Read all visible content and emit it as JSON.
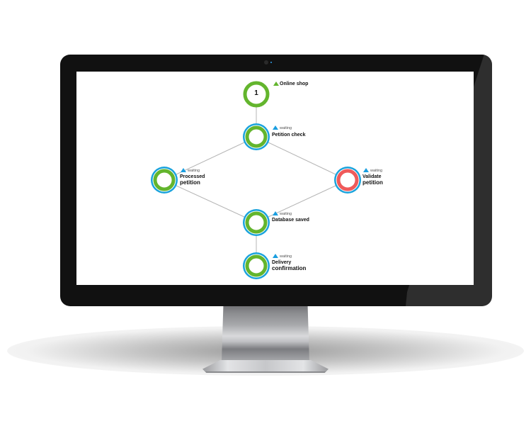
{
  "colors": {
    "ring_green": "#63b52d",
    "ring_blue": "#1aa3dc",
    "ring_red": "#ef5a5a",
    "status_triangle_blue": "#1a9ee0",
    "status_triangle_green": "#63b52d",
    "connector": "#b5b5b5",
    "bezel": "#111111"
  },
  "flow": {
    "nodes": [
      {
        "id": "online-shop",
        "number": "1",
        "label_line1": "Online shop",
        "label_line2": "",
        "status": "",
        "state": "start"
      },
      {
        "id": "petition-check",
        "number": "",
        "label_line1": "Petition check",
        "label_line2": "",
        "status": "waiting",
        "state": "ok"
      },
      {
        "id": "processed-petition",
        "number": "",
        "label_line1": "Processed",
        "label_line2": "petition",
        "status": "waiting",
        "state": "ok"
      },
      {
        "id": "validate-petition",
        "number": "",
        "label_line1": "Validate",
        "label_line2": "petition",
        "status": "waiting",
        "state": "error"
      },
      {
        "id": "database-saved",
        "number": "",
        "label_line1": "Database saved",
        "label_line2": "",
        "status": "waiting",
        "state": "ok"
      },
      {
        "id": "delivery-confirmation",
        "number": "",
        "label_line1": "Delivery",
        "label_line2": "confirmation",
        "status": "waiting",
        "state": "ok"
      }
    ],
    "edges": [
      [
        "online-shop",
        "petition-check"
      ],
      [
        "petition-check",
        "processed-petition"
      ],
      [
        "petition-check",
        "validate-petition"
      ],
      [
        "processed-petition",
        "database-saved"
      ],
      [
        "validate-petition",
        "database-saved"
      ],
      [
        "database-saved",
        "delivery-confirmation"
      ]
    ]
  }
}
